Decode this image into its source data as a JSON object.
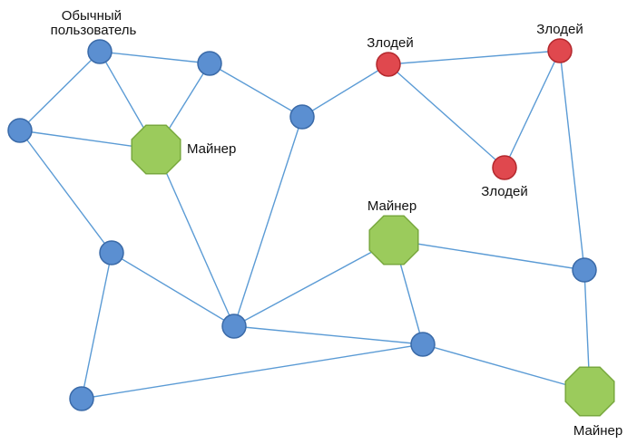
{
  "labels": {
    "user": [
      "Обычный",
      "пользователь"
    ],
    "villain_1": "Злодей",
    "villain_2": "Злодей",
    "villain_3": "Злодей",
    "miner_1": "Майнер",
    "miner_2": "Майнер",
    "miner_3": "Майнер"
  },
  "nodes": [
    {
      "id": "u1",
      "type": "user"
    },
    {
      "id": "u2",
      "type": "user"
    },
    {
      "id": "u3",
      "type": "user"
    },
    {
      "id": "u4",
      "type": "user"
    },
    {
      "id": "u5",
      "type": "user"
    },
    {
      "id": "u6",
      "type": "user"
    },
    {
      "id": "u7",
      "type": "user"
    },
    {
      "id": "u8",
      "type": "user"
    },
    {
      "id": "u9",
      "type": "user"
    },
    {
      "id": "v1",
      "type": "villain"
    },
    {
      "id": "v2",
      "type": "villain"
    },
    {
      "id": "v3",
      "type": "villain"
    },
    {
      "id": "m1",
      "type": "miner"
    },
    {
      "id": "m2",
      "type": "miner"
    },
    {
      "id": "m3",
      "type": "miner"
    },
    {
      "id": "u10",
      "type": "user"
    }
  ],
  "edges": [
    [
      "u1",
      "u2"
    ],
    [
      "u1",
      "u4"
    ],
    [
      "u1",
      "m1"
    ],
    [
      "u2",
      "m1"
    ],
    [
      "u2",
      "u3"
    ],
    [
      "u4",
      "m1"
    ],
    [
      "u4",
      "u5"
    ],
    [
      "u3",
      "v1"
    ],
    [
      "u3",
      "u6"
    ],
    [
      "m1",
      "u6"
    ],
    [
      "u5",
      "u6"
    ],
    [
      "u5",
      "u9"
    ],
    [
      "v1",
      "v2"
    ],
    [
      "v1",
      "v3"
    ],
    [
      "v2",
      "v3"
    ],
    [
      "v2",
      "u10"
    ],
    [
      "u6",
      "m2"
    ],
    [
      "u6",
      "u7"
    ],
    [
      "m2",
      "u7"
    ],
    [
      "m2",
      "u10"
    ],
    [
      "u10",
      "m3"
    ],
    [
      "u7",
      "m3"
    ],
    [
      "u7",
      "u9"
    ]
  ],
  "colors": {
    "user": "#5b8fd1",
    "villain": "#e0484e",
    "miner": "#9bcb5c",
    "edge": "#5b9bd5"
  }
}
